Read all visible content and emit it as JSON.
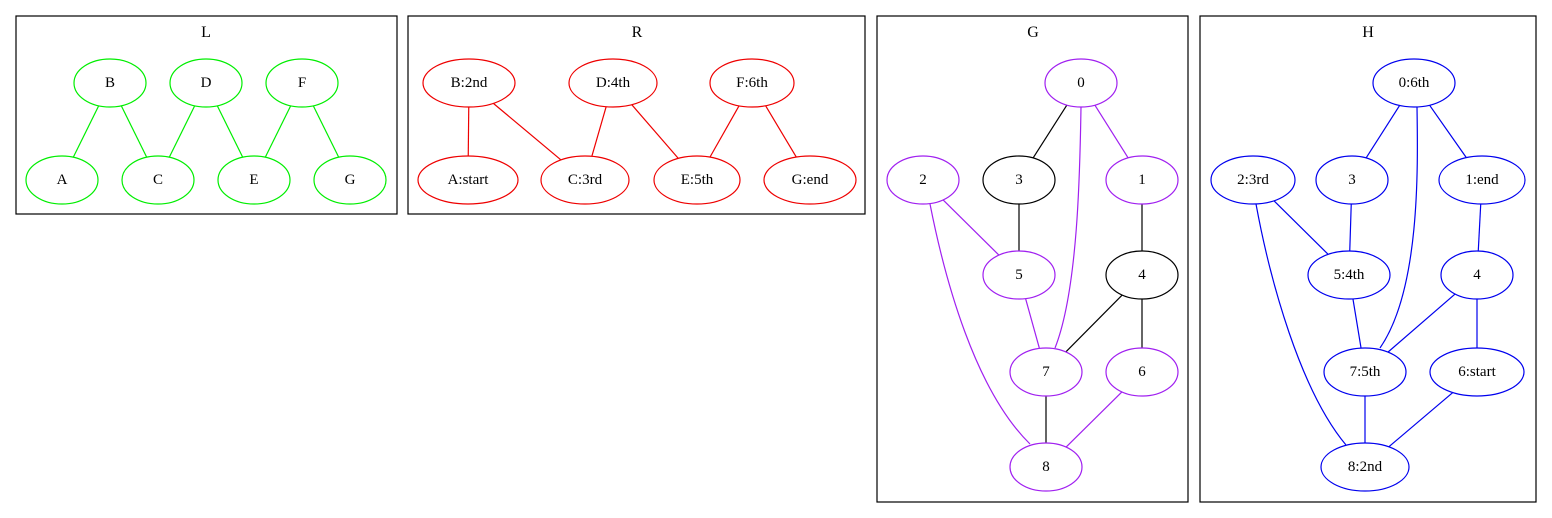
{
  "colors": {
    "L": "#00ee00",
    "R": "#ee0000",
    "G": "#a020f0",
    "H": "#0000ee",
    "black": "#000000"
  },
  "panels": [
    {
      "id": "L",
      "title": "L",
      "color": "#00ee00",
      "nodes": [
        {
          "id": "B",
          "label": "B"
        },
        {
          "id": "D",
          "label": "D"
        },
        {
          "id": "F",
          "label": "F"
        },
        {
          "id": "A",
          "label": "A"
        },
        {
          "id": "C",
          "label": "C"
        },
        {
          "id": "E",
          "label": "E"
        },
        {
          "id": "G",
          "label": "G"
        }
      ],
      "edges": [
        {
          "from": "B",
          "to": "A"
        },
        {
          "from": "B",
          "to": "C"
        },
        {
          "from": "D",
          "to": "C"
        },
        {
          "from": "D",
          "to": "E"
        },
        {
          "from": "F",
          "to": "E"
        },
        {
          "from": "F",
          "to": "G"
        }
      ]
    },
    {
      "id": "R",
      "title": "R",
      "color": "#ee0000",
      "nodes": [
        {
          "id": "B",
          "label": "B:2nd"
        },
        {
          "id": "D",
          "label": "D:4th"
        },
        {
          "id": "F",
          "label": "F:6th"
        },
        {
          "id": "A",
          "label": "A:start"
        },
        {
          "id": "C",
          "label": "C:3rd"
        },
        {
          "id": "E",
          "label": "E:5th"
        },
        {
          "id": "G",
          "label": "G:end"
        }
      ],
      "edges": [
        {
          "from": "B",
          "to": "A"
        },
        {
          "from": "B",
          "to": "C"
        },
        {
          "from": "D",
          "to": "C"
        },
        {
          "from": "D",
          "to": "E"
        },
        {
          "from": "F",
          "to": "E"
        },
        {
          "from": "F",
          "to": "G"
        }
      ]
    },
    {
      "id": "G",
      "title": "G",
      "color": "#a020f0",
      "nodes": [
        {
          "id": "0",
          "label": "0",
          "color": "#a020f0"
        },
        {
          "id": "2",
          "label": "2",
          "color": "#a020f0"
        },
        {
          "id": "3",
          "label": "3",
          "color": "#000000"
        },
        {
          "id": "1",
          "label": "1",
          "color": "#a020f0"
        },
        {
          "id": "5",
          "label": "5",
          "color": "#a020f0"
        },
        {
          "id": "4",
          "label": "4",
          "color": "#000000"
        },
        {
          "id": "7",
          "label": "7",
          "color": "#a020f0"
        },
        {
          "id": "6",
          "label": "6",
          "color": "#a020f0"
        },
        {
          "id": "8",
          "label": "8",
          "color": "#a020f0"
        }
      ],
      "edges": [
        {
          "from": "0",
          "to": "3",
          "color": "#000000"
        },
        {
          "from": "0",
          "to": "1",
          "color": "#a020f0"
        },
        {
          "from": "0",
          "to": "7",
          "color": "#a020f0"
        },
        {
          "from": "2",
          "to": "5",
          "color": "#a020f0"
        },
        {
          "from": "2",
          "to": "8",
          "color": "#a020f0"
        },
        {
          "from": "3",
          "to": "5",
          "color": "#000000"
        },
        {
          "from": "1",
          "to": "4",
          "color": "#000000"
        },
        {
          "from": "5",
          "to": "7",
          "color": "#a020f0"
        },
        {
          "from": "4",
          "to": "7",
          "color": "#000000"
        },
        {
          "from": "4",
          "to": "6",
          "color": "#000000"
        },
        {
          "from": "7",
          "to": "8",
          "color": "#000000"
        },
        {
          "from": "6",
          "to": "8",
          "color": "#a020f0"
        }
      ]
    },
    {
      "id": "H",
      "title": "H",
      "color": "#0000ee",
      "nodes": [
        {
          "id": "0",
          "label": "0:6th"
        },
        {
          "id": "2",
          "label": "2:3rd"
        },
        {
          "id": "3",
          "label": "3"
        },
        {
          "id": "1",
          "label": "1:end"
        },
        {
          "id": "5",
          "label": "5:4th"
        },
        {
          "id": "4",
          "label": "4"
        },
        {
          "id": "7",
          "label": "7:5th"
        },
        {
          "id": "6",
          "label": "6:start"
        },
        {
          "id": "8",
          "label": "8:2nd"
        }
      ],
      "edges": [
        {
          "from": "0",
          "to": "3"
        },
        {
          "from": "0",
          "to": "1"
        },
        {
          "from": "0",
          "to": "7"
        },
        {
          "from": "2",
          "to": "5"
        },
        {
          "from": "2",
          "to": "8"
        },
        {
          "from": "3",
          "to": "5"
        },
        {
          "from": "1",
          "to": "4"
        },
        {
          "from": "5",
          "to": "7"
        },
        {
          "from": "4",
          "to": "7"
        },
        {
          "from": "4",
          "to": "6"
        },
        {
          "from": "7",
          "to": "8"
        },
        {
          "from": "6",
          "to": "8"
        }
      ]
    }
  ]
}
